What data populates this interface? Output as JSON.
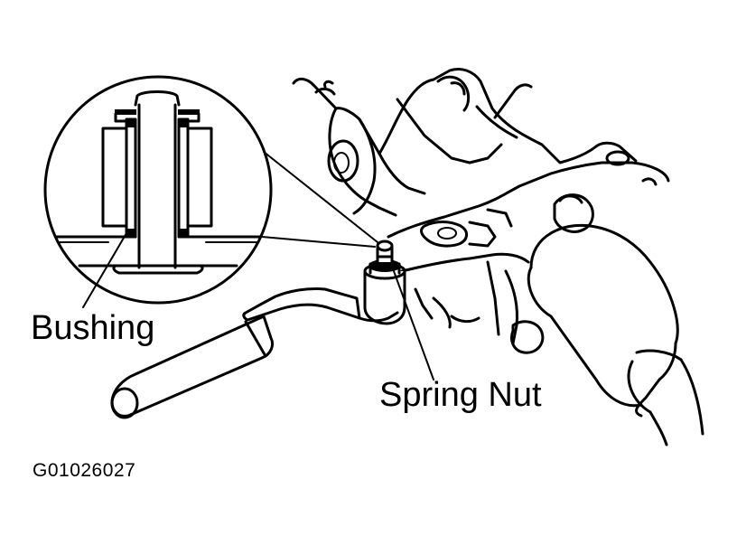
{
  "labels": {
    "bushing": "Bushing",
    "spring_nut": "Spring Nut",
    "figure_code": "G01026027"
  },
  "colors": {
    "ink": "#000000",
    "paper": "#ffffff"
  }
}
